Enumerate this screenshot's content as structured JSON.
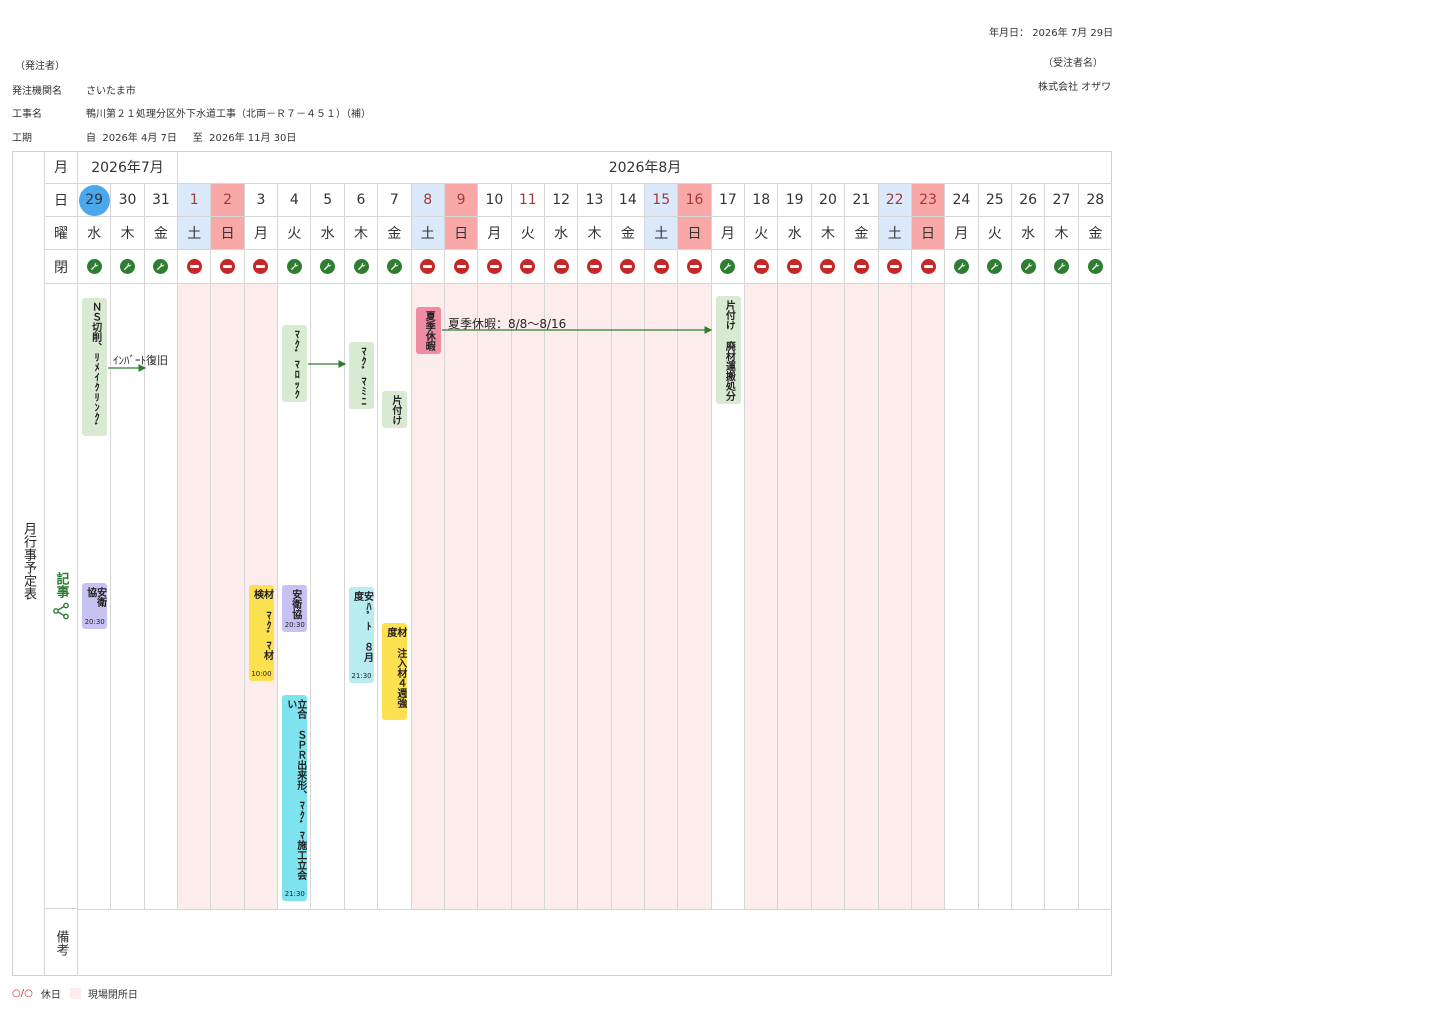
{
  "header": {
    "date_label": "年月日：",
    "date_value": "2026年 7月 29日",
    "orderer_label": "（発注者）",
    "contractor_label": "（受注者名）",
    "contractor_name": "株式会社 オザワ",
    "agency_label": "発注機関名",
    "agency_value": "さいたま市",
    "project_label": "工事名",
    "project_value": "鴨川第２１処理分区外下水道工事（北両－Ｒ７－４５１）（補）",
    "period_label": "工期",
    "period_from_label": "自",
    "period_from": "2026年 4月 7日",
    "period_to_label": "至",
    "period_to": "2026年 11月 30日"
  },
  "table": {
    "side_title": "月行事予定表",
    "row_month": "月",
    "row_day": "日",
    "row_weekday": "曜",
    "row_closed": "閉",
    "notes_label": "記事",
    "remarks_label": "備考",
    "months": [
      {
        "label": "2026年7月",
        "span": 3
      },
      {
        "label": "2026年8月",
        "span": 28
      }
    ],
    "days": [
      {
        "d": "29",
        "w": "水",
        "type": "today",
        "closed": false
      },
      {
        "d": "30",
        "w": "木",
        "type": "normal",
        "closed": false
      },
      {
        "d": "31",
        "w": "金",
        "type": "normal",
        "closed": false
      },
      {
        "d": "1",
        "w": "土",
        "type": "sat",
        "closed": true
      },
      {
        "d": "2",
        "w": "日",
        "type": "sun",
        "closed": true
      },
      {
        "d": "3",
        "w": "月",
        "type": "normal",
        "closed": true
      },
      {
        "d": "4",
        "w": "火",
        "type": "normal",
        "closed": false
      },
      {
        "d": "5",
        "w": "水",
        "type": "normal",
        "closed": false
      },
      {
        "d": "6",
        "w": "木",
        "type": "normal",
        "closed": false
      },
      {
        "d": "7",
        "w": "金",
        "type": "normal",
        "closed": false
      },
      {
        "d": "8",
        "w": "土",
        "type": "sat",
        "closed": true
      },
      {
        "d": "9",
        "w": "日",
        "type": "sun",
        "closed": true
      },
      {
        "d": "10",
        "w": "月",
        "type": "normal",
        "closed": true
      },
      {
        "d": "11",
        "w": "火",
        "type": "holiday",
        "closed": true
      },
      {
        "d": "12",
        "w": "水",
        "type": "normal",
        "closed": true
      },
      {
        "d": "13",
        "w": "木",
        "type": "normal",
        "closed": true
      },
      {
        "d": "14",
        "w": "金",
        "type": "normal",
        "closed": true
      },
      {
        "d": "15",
        "w": "土",
        "type": "sat",
        "closed": true
      },
      {
        "d": "16",
        "w": "日",
        "type": "sun",
        "closed": true
      },
      {
        "d": "17",
        "w": "月",
        "type": "normal",
        "closed": false
      },
      {
        "d": "18",
        "w": "火",
        "type": "normal",
        "closed": true
      },
      {
        "d": "19",
        "w": "水",
        "type": "normal",
        "closed": true
      },
      {
        "d": "20",
        "w": "木",
        "type": "normal",
        "closed": true
      },
      {
        "d": "21",
        "w": "金",
        "type": "normal",
        "closed": true
      },
      {
        "d": "22",
        "w": "土",
        "type": "sat",
        "closed": true
      },
      {
        "d": "23",
        "w": "日",
        "type": "sun",
        "closed": true
      },
      {
        "d": "24",
        "w": "月",
        "type": "normal",
        "closed": false
      },
      {
        "d": "25",
        "w": "火",
        "type": "normal",
        "closed": false
      },
      {
        "d": "26",
        "w": "水",
        "type": "normal",
        "closed": false
      },
      {
        "d": "27",
        "w": "木",
        "type": "normal",
        "closed": false
      },
      {
        "d": "28",
        "w": "金",
        "type": "normal",
        "closed": false
      }
    ],
    "events": [
      {
        "col": 0,
        "text": "ＮＳ切削、ﾘﾒｲｸﾘﾝｸﾞ",
        "color": "green"
      },
      {
        "col": 0,
        "text": "安衛協",
        "time": "20:30",
        "color": "purple"
      },
      {
        "col": 5,
        "text": "材 ﾏｸﾞﾏ材検",
        "time": "10:00",
        "color": "yellow"
      },
      {
        "col": 6,
        "text": "ﾏｸﾞﾏﾛｯｸ",
        "color": "green"
      },
      {
        "col": 6,
        "text": "安衛協",
        "time": "20:30",
        "color": "purple"
      },
      {
        "col": 6,
        "text": "立合 ＳＰＲ出来形、ﾏｸﾞﾏ施工立会い",
        "time": "21:30",
        "color": "cyan"
      },
      {
        "col": 8,
        "text": "ﾏｸﾞﾏﾐﾆ",
        "color": "green"
      },
      {
        "col": 8,
        "text": "安ﾊﾟﾄ ８月度",
        "time": "21:30",
        "color": "lightcyan"
      },
      {
        "col": 9,
        "text": "片付け",
        "color": "green"
      },
      {
        "col": 9,
        "text": "材 注入材４週強度",
        "color": "yellow"
      },
      {
        "col": 10,
        "text": "夏季休暇",
        "color": "pink"
      },
      {
        "col": 19,
        "text": "片付け 廃材運搬処分",
        "color": "green"
      }
    ],
    "arrows": [
      {
        "label": "ｲﾝﾊﾞｰﾄ復旧"
      },
      {
        "label": ""
      },
      {
        "label": "夏季休暇：8/8〜8/16"
      }
    ]
  },
  "legend": {
    "holiday_symbol": "○/○",
    "holiday_label": "休日",
    "closed_label": "現場閉所日"
  },
  "colors": {
    "today": "#4aa8ef",
    "sat": "#dbe9fb",
    "sun": "#f9a8a8",
    "closed": "#fdecec",
    "work_icon": "#2e7d32",
    "stop_icon": "#c62828",
    "holiday_text": "#a33a3a"
  }
}
